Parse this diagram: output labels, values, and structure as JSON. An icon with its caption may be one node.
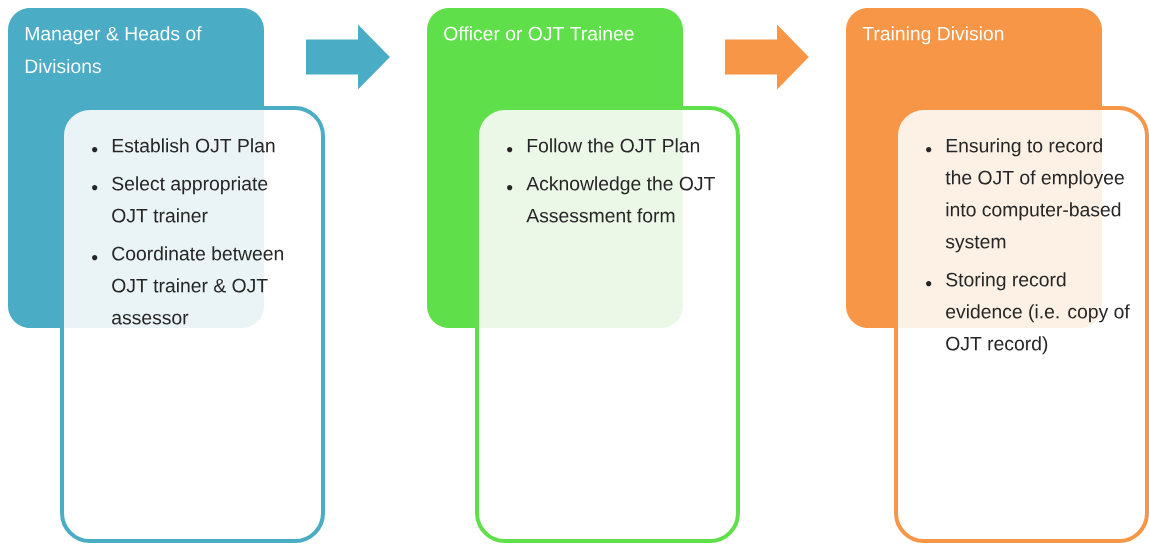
{
  "diagram": {
    "nodes": [
      {
        "text": [
          "Manager & Heads of Divisions",
          "Establish OJT Plan",
          "Select appropriate OJT trainer",
          "Coordinate between OJT trainer & OJT assessor"
        ]
      },
      {
        "text": [
          "Officer or OJT Trainee",
          "Follow the OJT Plan",
          "Acknowledge the OJT Assessment form"
        ]
      },
      {
        "text": [
          "Training Division",
          "Ensuring to record the OJT of employee into computer-based system",
          "Storing record evidence (i.e. copy of OJT record)"
        ]
      }
    ],
    "edges": [
      {
        "from": 0,
        "to": 1,
        "arrow": "to",
        "color": "#4bacc6"
      },
      {
        "from": 1,
        "to": 2,
        "arrow": "to",
        "color": "#f79646"
      }
    ]
  }
}
